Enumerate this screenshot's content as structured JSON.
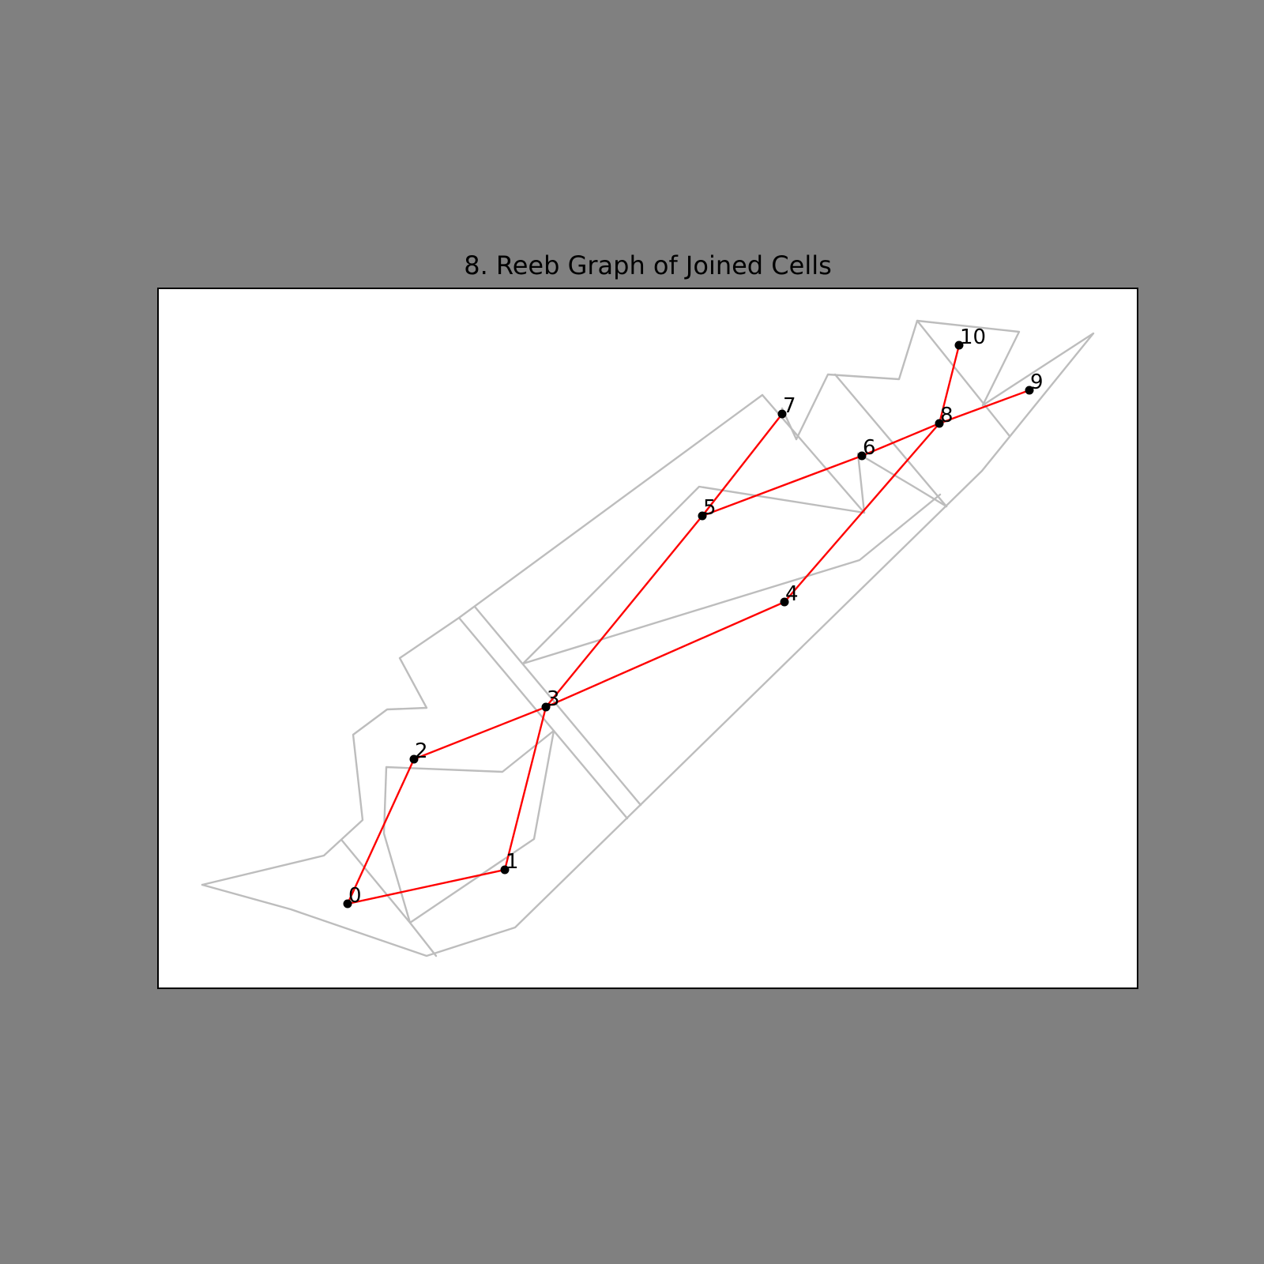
{
  "figure": {
    "title": "8. Reeb Graph of Joined Cells",
    "background": "#808080",
    "plot_background": "#ffffff",
    "frame_color": "#000000"
  },
  "colors": {
    "cell_edge": "#bdbdbd",
    "graph_edge": "#ff0000",
    "node": "#000000",
    "label": "#000000"
  },
  "chart_data": {
    "type": "graph",
    "axes": {
      "x_ticks": false,
      "y_ticks": false,
      "grid": false
    },
    "nodes": [
      {
        "id": 0,
        "label": "0"
      },
      {
        "id": 1,
        "label": "1"
      },
      {
        "id": 2,
        "label": "2"
      },
      {
        "id": 3,
        "label": "3"
      },
      {
        "id": 4,
        "label": "4"
      },
      {
        "id": 5,
        "label": "5"
      },
      {
        "id": 6,
        "label": "6"
      },
      {
        "id": 7,
        "label": "7"
      },
      {
        "id": 8,
        "label": "8"
      },
      {
        "id": 9,
        "label": "9"
      },
      {
        "id": 10,
        "label": "10"
      }
    ],
    "edges": [
      [
        0,
        1
      ],
      [
        0,
        2
      ],
      [
        1,
        3
      ],
      [
        2,
        3
      ],
      [
        3,
        4
      ],
      [
        3,
        5
      ],
      [
        5,
        7
      ],
      [
        5,
        6
      ],
      [
        6,
        8
      ],
      [
        4,
        8
      ],
      [
        8,
        10
      ],
      [
        8,
        9
      ]
    ]
  }
}
